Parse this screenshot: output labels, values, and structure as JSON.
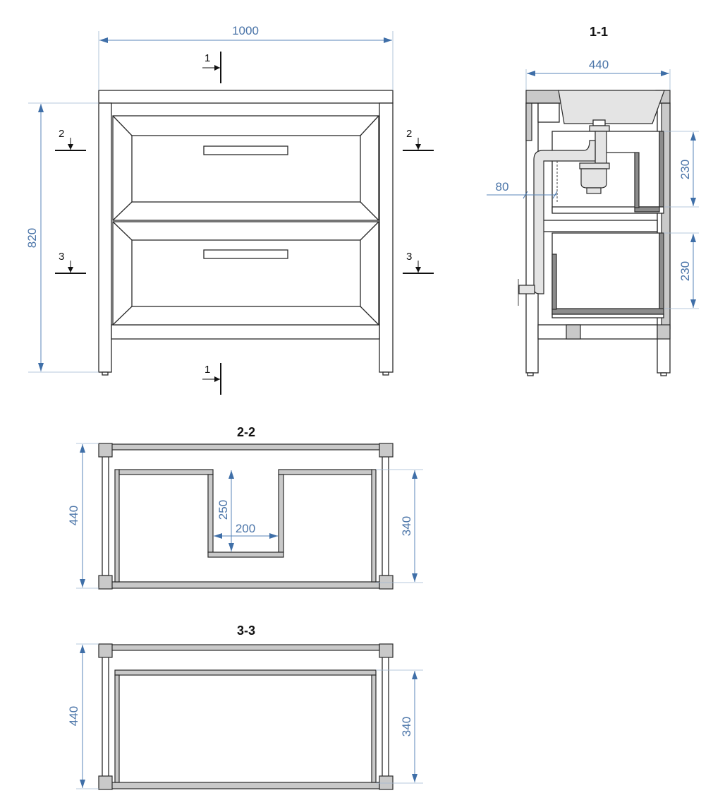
{
  "front_view": {
    "width_dim": "1000",
    "height_dim": "820",
    "section_1_label": "1",
    "section_2_label": "2",
    "section_3_label": "3"
  },
  "section_1_1": {
    "title": "1-1",
    "depth_dim": "440",
    "drawer_top_dim": "230",
    "drawer_bottom_dim": "230",
    "pipe_offset_dim": "80"
  },
  "section_2_2": {
    "title": "2-2",
    "depth_dim": "440",
    "drawer_depth_dim": "340",
    "cutout_depth_dim": "250",
    "cutout_width_dim": "200"
  },
  "section_3_3": {
    "title": "3-3",
    "depth_dim": "440",
    "drawer_depth_dim": "340"
  },
  "colors": {
    "dimension": "#4a74a8",
    "panel": "#c9c9c9",
    "dark_panel": "#8c8c8c"
  }
}
